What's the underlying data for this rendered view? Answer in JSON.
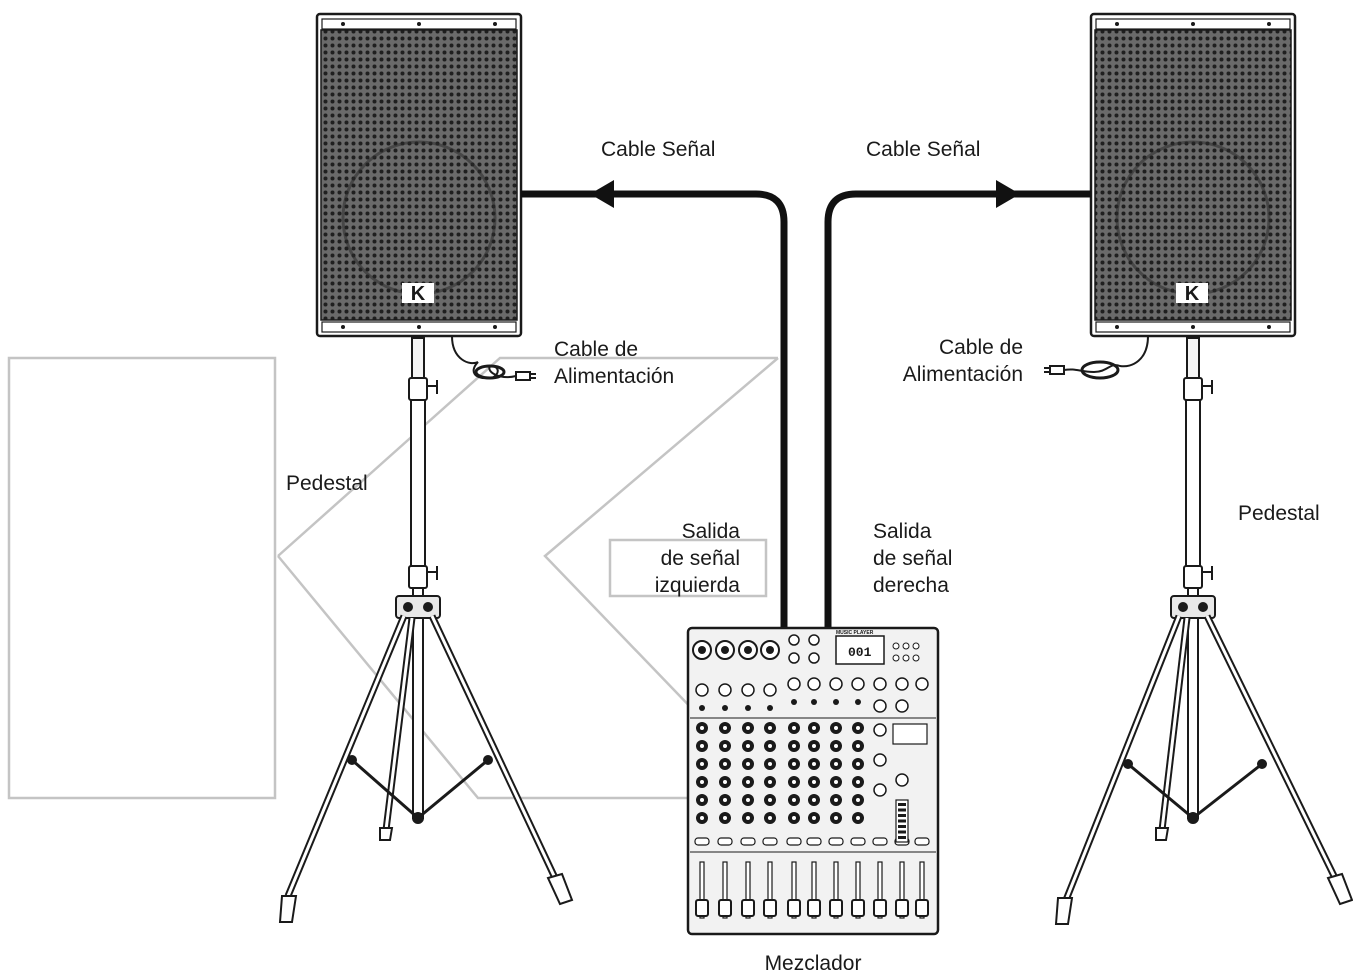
{
  "labels": {
    "signal_cable_left": "Cable Señal",
    "signal_cable_right": "Cable Señal",
    "power_cable_left": [
      "Cable de",
      "Alimentación"
    ],
    "power_cable_right": [
      "Cable de",
      "Alimentación"
    ],
    "stand_left": "Pedestal",
    "stand_right": "Pedestal",
    "left_output": [
      "Salida",
      "de señal",
      "izquierda"
    ],
    "right_output": [
      "Salida",
      "de señal",
      "derecha"
    ],
    "mixer": "Mezclador"
  },
  "speaker_logo": "K",
  "mixer_display": {
    "brand_text": "MUSIC PLAYER",
    "screen_text": "001"
  },
  "colors": {
    "line": "#1a1a1a",
    "grille": "#3a3a3a",
    "overlay": "#c4c4c4",
    "mixer_bg": "#f2f2f2"
  }
}
